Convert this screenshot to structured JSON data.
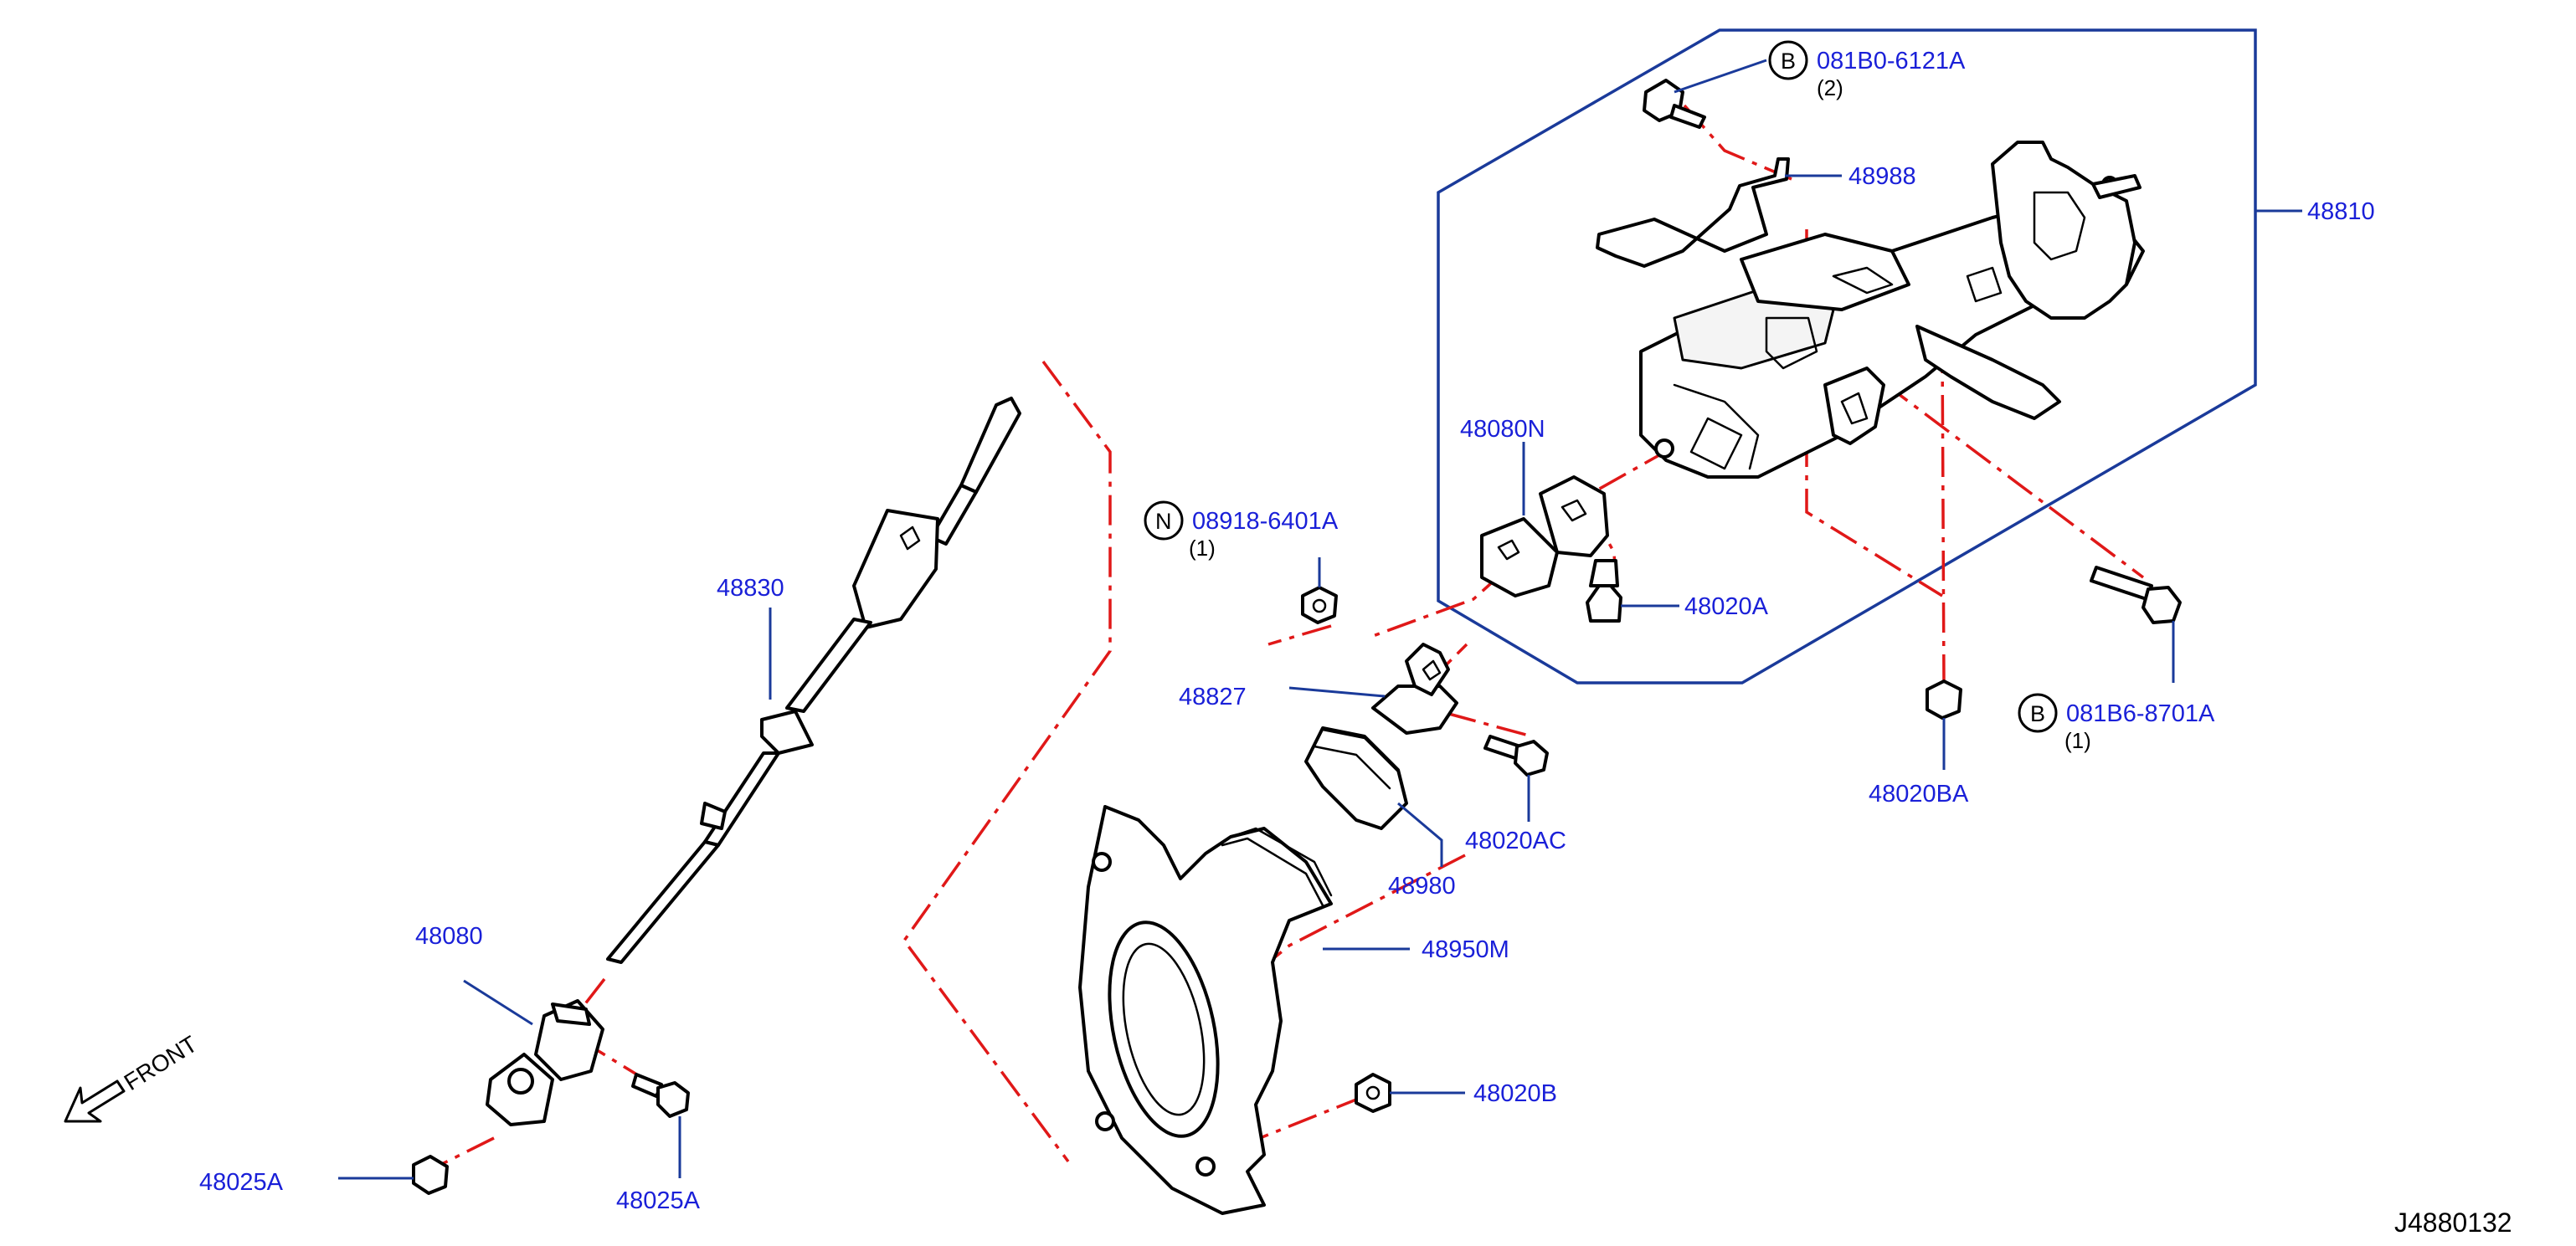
{
  "diagram_number": "J4880132",
  "front_label": "FRONT",
  "parts": {
    "p48810": "48810",
    "p48988": "48988",
    "p081B0_6121A": "081B0-6121A",
    "p081B0_qty": "(2)",
    "p081B0_symbol": "B",
    "p48080N": "48080N",
    "p08918_6401A": "08918-6401A",
    "p08918_qty": "(1)",
    "p08918_symbol": "N",
    "p48830": "48830",
    "p48020A": "48020A",
    "p48827": "48827",
    "p081B6_8701A": "081B6-8701A",
    "p081B6_qty": "(1)",
    "p081B6_symbol": "B",
    "p48020BA": "48020BA",
    "p48020AC": "48020AC",
    "p48980": "48980",
    "p48080": "48080",
    "p48950M": "48950M",
    "p48020B": "48020B",
    "p48025A_left": "48025A",
    "p48025A_right": "48025A"
  },
  "colors": {
    "label": "#1a20d8",
    "leader": "#1a3a9a",
    "centerline": "#e01818",
    "outline": "#000000"
  }
}
